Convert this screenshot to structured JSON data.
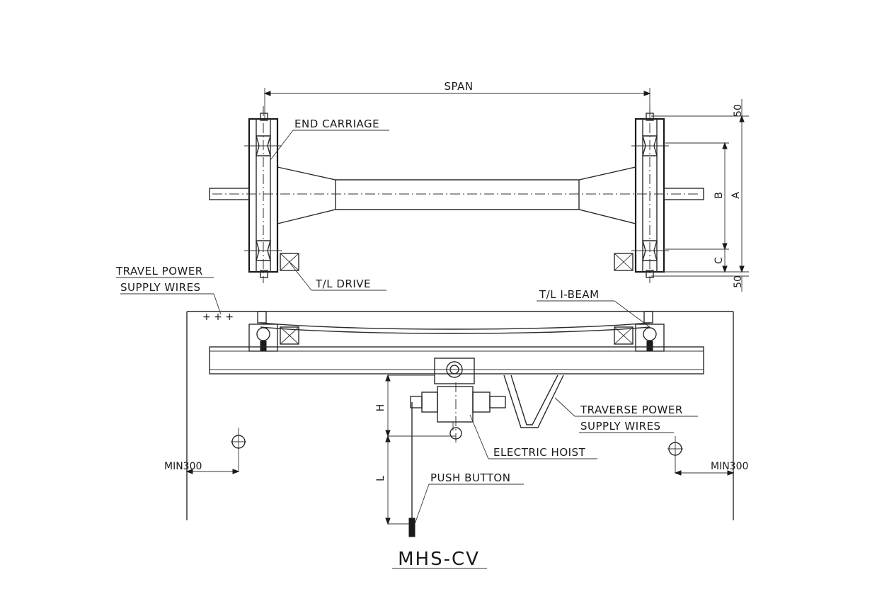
{
  "labels": {
    "span": "SPAN",
    "end_carriage": "END CARRIAGE",
    "tl_drive": "T/L DRIVE",
    "travel_power_1": "TRAVEL POWER",
    "travel_power_2": "SUPPLY WIRES",
    "tl_ibeam": "T/L I-BEAM",
    "traverse_power_1": "TRAVERSE POWER",
    "traverse_power_2": "SUPPLY WIRES",
    "electric_hoist": "ELECTRIC HOIST",
    "push_button": "PUSH BUTTON",
    "min_left": "MIN300",
    "min_right": "MIN300"
  },
  "dimensions": {
    "top": "50",
    "bottom": "50",
    "a": "A",
    "b": "B",
    "c": "C",
    "h": "H",
    "l": "L"
  },
  "title": "MHS-CV"
}
